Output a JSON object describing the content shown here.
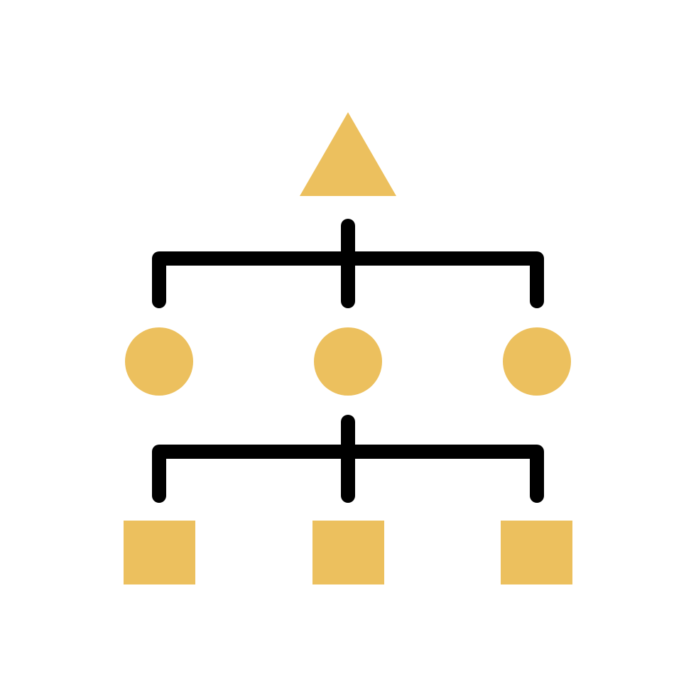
{
  "icon": {
    "name": "hierarchy-structure-icon",
    "colors": {
      "fill": "#ecc05e",
      "stroke": "#000000",
      "background": "#ffffff"
    },
    "levels": [
      {
        "shape": "triangle",
        "count": 1
      },
      {
        "shape": "circle",
        "count": 3
      },
      {
        "shape": "square",
        "count": 3
      }
    ]
  }
}
